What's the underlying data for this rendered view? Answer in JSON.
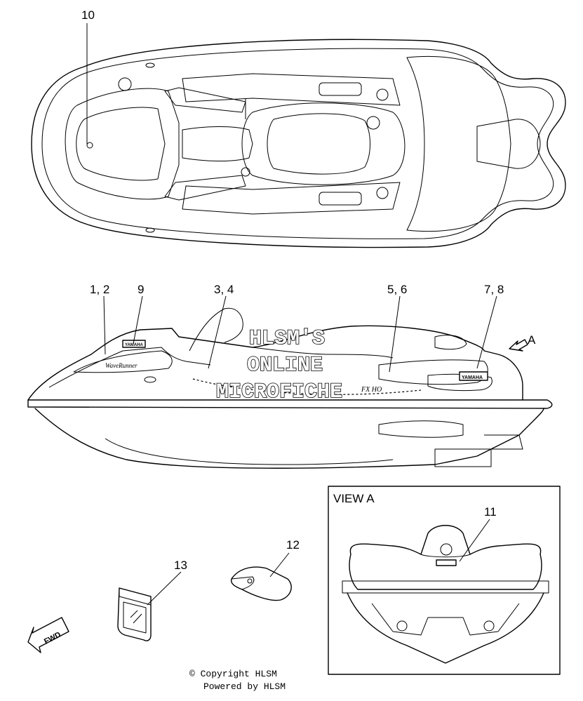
{
  "callouts": {
    "c10": "10",
    "c1_2": "1, 2",
    "c9": "9",
    "c3_4": "3, 4",
    "c5_6": "5, 6",
    "c7_8": "7, 8",
    "cA": "A",
    "c11": "11",
    "c12": "12",
    "c13": "13"
  },
  "view_a": {
    "title": "VIEW A"
  },
  "fwd_label": "FWD",
  "decals": {
    "brand": "YAMAHA",
    "model": "WaveRunner",
    "model2": "FX HO"
  },
  "watermark": {
    "line1": "HLSM'S",
    "line2": "ONLINE",
    "line3": "MICROFICHE"
  },
  "footer": {
    "copyright": "© Copyright HLSM",
    "powered": "Powered by HLSM"
  }
}
